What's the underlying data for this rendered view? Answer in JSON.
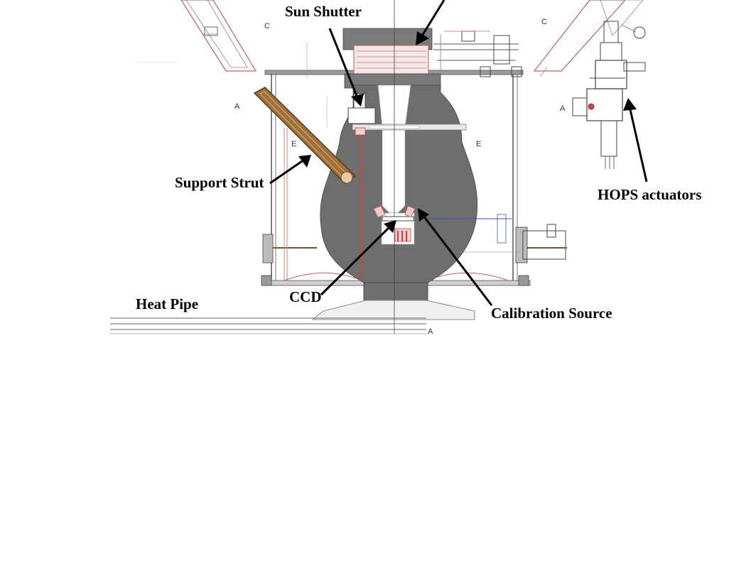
{
  "labels": {
    "sun_shutter": "Sun Shutter",
    "support_strut": "Support Strut",
    "hops_actuators": "HOPS actuators",
    "heat_pipe": "Heat Pipe",
    "ccd": "CCD",
    "calibration_source": "Calibration Source"
  },
  "section_marks": {
    "a": "A",
    "c": "C",
    "e": "E"
  },
  "colors": {
    "housing": "#6e6e6e",
    "strut": "#a0703a",
    "accent_red": "#d04040",
    "line": "#555555"
  }
}
